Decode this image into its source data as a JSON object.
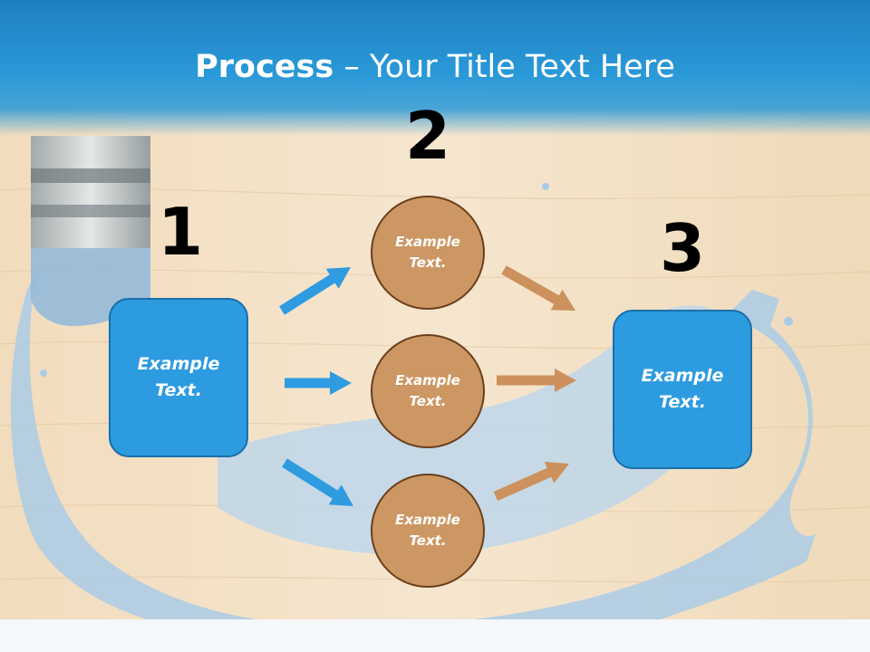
{
  "title": {
    "bold": "Process",
    "rest": " – Your Title Text Here"
  },
  "steps": {
    "one": "1",
    "two": "2",
    "three": "3"
  },
  "left_box": {
    "label": "Example Text."
  },
  "right_box": {
    "label": "Example Text."
  },
  "circles": [
    {
      "label": "Example Text."
    },
    {
      "label": "Example Text."
    },
    {
      "label": "Example Text."
    }
  ],
  "colors": {
    "title_bar": "#2a99d8",
    "box_fill": "#2d9be0",
    "circle_fill": "#cd9764",
    "blue_arrow": "#2f9be0",
    "brown_arrow": "#cc915c"
  }
}
